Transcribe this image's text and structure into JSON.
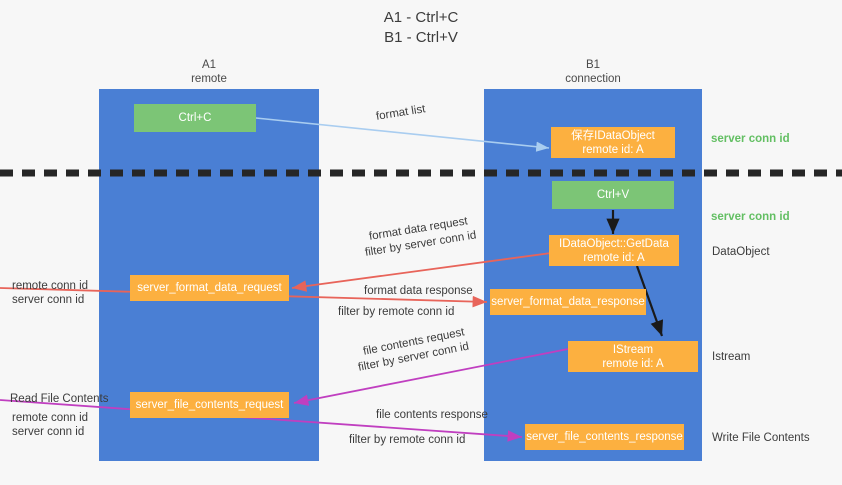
{
  "title": {
    "line1": "A1 - Ctrl+C",
    "line2": "B1 - Ctrl+V"
  },
  "lanes": [
    {
      "name": "A1",
      "sub": "remote"
    },
    {
      "name": "B1",
      "sub": "connection"
    }
  ],
  "nodes": {
    "ctrl_c": {
      "l1": "Ctrl+C",
      "l2": ""
    },
    "save_idataobject": {
      "l1": "保存IDataObject",
      "l2": "remote id: A"
    },
    "ctrl_v": {
      "l1": "Ctrl+V",
      "l2": ""
    },
    "idataobject_getdata": {
      "l1": "IDataObject::GetData",
      "l2": "remote id: A"
    },
    "format_data_request": {
      "l1": "server_format_data_request",
      "l2": ""
    },
    "format_data_response": {
      "l1": "server_format_data_response",
      "l2": ""
    },
    "istream": {
      "l1": "IStream",
      "l2": "remote id: A"
    },
    "file_contents_request": {
      "l1": "server_file_contents_request",
      "l2": ""
    },
    "file_contents_response": {
      "l1": "server_file_contents_response",
      "l2": ""
    }
  },
  "edge_labels": {
    "format_list": "format list",
    "format_data_request": "format data request",
    "format_data_response": "format data response",
    "file_contents_request": "file contents request",
    "file_contents_response": "file contents response",
    "filter_by": "filter by",
    "server_conn_id": "server conn id",
    "remote_conn_id": "remote conn id"
  },
  "side_labels": {
    "server_conn_id_top": "server conn id",
    "server_conn_id_mid": "server conn id",
    "dataobject": "DataObject",
    "istream": "Istream",
    "write_file_contents": "Write File Contents",
    "read_file_contents": "Read File Contents",
    "remote_conn_id": "remote conn id",
    "server_conn_id": "server conn id"
  },
  "colors": {
    "lane": "#4a7fd4",
    "green_node": "#7cc576",
    "orange_node": "#fcb040",
    "green_text": "#63bf63",
    "purple_text": "#b23fb2",
    "red_arrow": "#e8645a",
    "magenta_arrow": "#c03fc0",
    "blue_arrow": "#a9cdf0",
    "black_arrow": "#1a1a1a",
    "divider": "#262626",
    "background": "#f7f7f7"
  }
}
